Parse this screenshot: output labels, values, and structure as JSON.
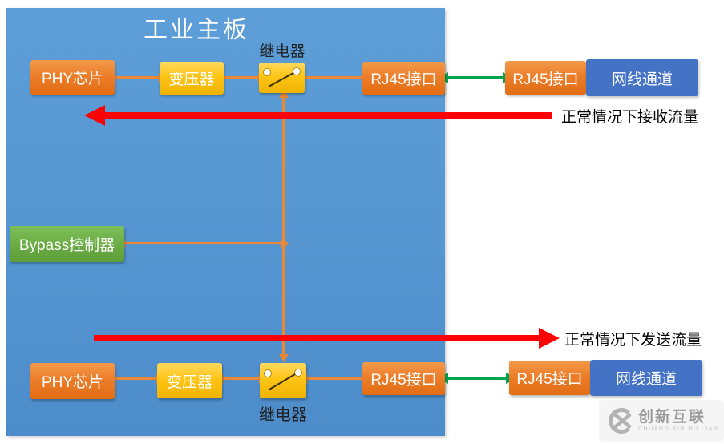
{
  "board": {
    "title": "工业主板"
  },
  "top_path": {
    "phy": "PHY芯片",
    "transformer": "变压器",
    "relay_label": "继电器",
    "rj45_internal": "RJ45接口",
    "rj45_external": "RJ45接口",
    "cable": "网线通道"
  },
  "bottom_path": {
    "phy": "PHY芯片",
    "transformer": "变压器",
    "relay_label": "继电器",
    "rj45_internal": "RJ45接口",
    "rj45_external": "RJ45接口",
    "cable": "网线通道"
  },
  "bypass": {
    "label": "Bypass控制器"
  },
  "annotations": {
    "receive": "正常情况下接收流量",
    "send": "正常情况下发送流量"
  },
  "watermark": {
    "brand": "创新互联",
    "brand_sub": "CHUANG XIN HU LIAN"
  },
  "colors": {
    "board_blue": "#5b9bd5",
    "box_orange": "#ed7d31",
    "box_yellow": "#ffc516",
    "box_green": "#6aab44",
    "cable_blue": "#4472c4",
    "connector_orange": "#ed8733",
    "arrow_green": "#00a550",
    "arrow_red": "#fd0202"
  }
}
